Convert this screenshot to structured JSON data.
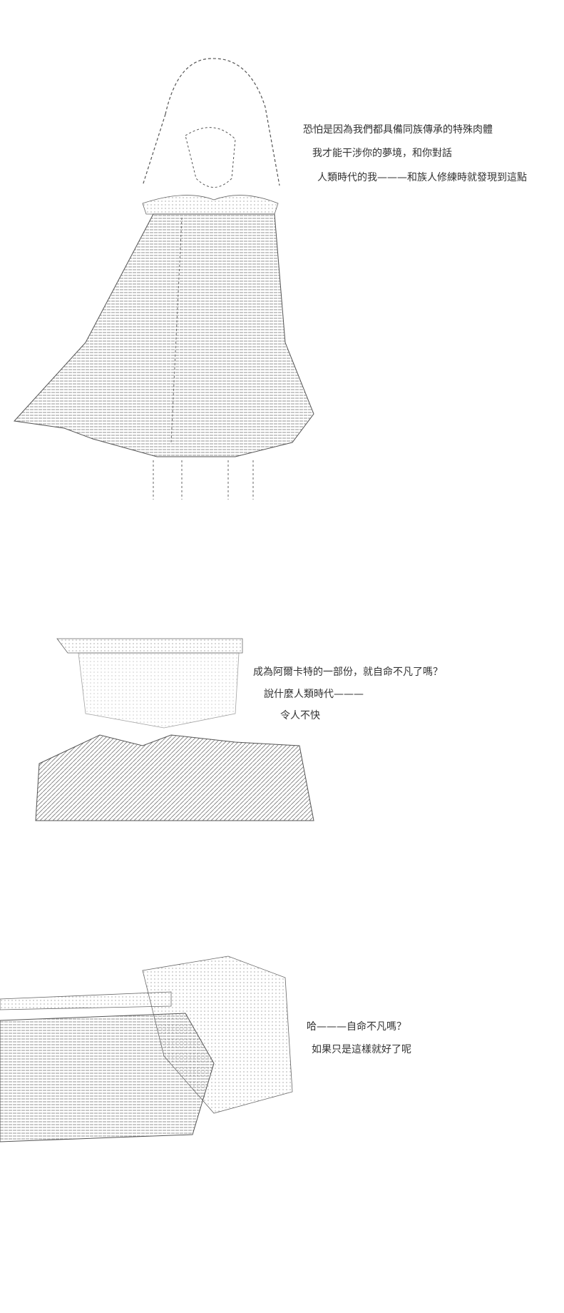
{
  "panel1": {
    "lines": [
      "恐怕是因為我們都具備同族傳承的特殊肉體",
      "我才能干涉你的夢境，和你對話",
      "人類時代的我———和族人修練時就發現到這點"
    ]
  },
  "panel2": {
    "lines": [
      "成為阿爾卡特的一部份，就自命不凡了嗎？",
      "說什麼人類時代———",
      "令人不快"
    ]
  },
  "panel3": {
    "lines": [
      "哈———自命不凡嗎？",
      "如果只是這樣就好了呢"
    ]
  },
  "colors": {
    "ink": "#555555",
    "text": "#333333",
    "background": "#ffffff"
  }
}
